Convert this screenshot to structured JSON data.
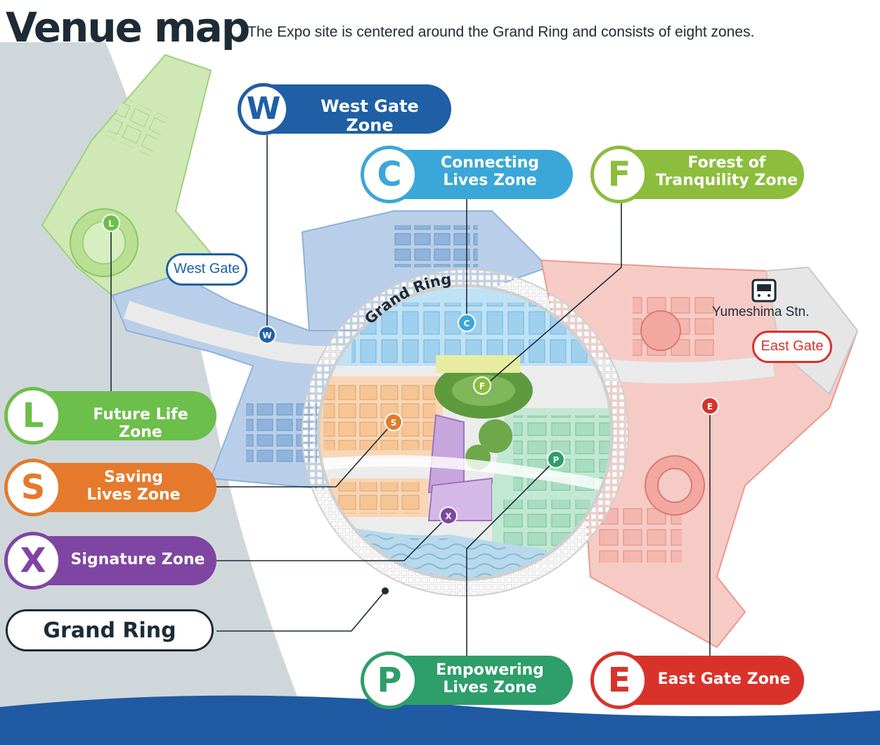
{
  "title": "Venue map",
  "subtitle": "The Expo site is centered around the Grand Ring and consists of eight zones.",
  "zones": [
    {
      "letter": "W",
      "name": "West Gate Zone",
      "color": "#1f5fa5"
    },
    {
      "letter": "C",
      "name": "Connecting\nLives Zone",
      "color": "#3aa7d8"
    },
    {
      "letter": "F",
      "name": "Forest of\nTranquility Zone",
      "color": "#8cbd3c"
    },
    {
      "letter": "L",
      "name": "Future Life Zone",
      "color": "#6cbf4a"
    },
    {
      "letter": "S",
      "name": "Saving\nLives Zone",
      "color": "#e57a2c"
    },
    {
      "letter": "X",
      "name": "Signature Zone",
      "color": "#7f45a2"
    },
    {
      "letter": "P",
      "name": "Empowering\nLives Zone",
      "color": "#2e9e6a"
    },
    {
      "letter": "E",
      "name": "East Gate Zone",
      "color": "#d9322b"
    }
  ],
  "grand_ring": {
    "label": "Grand Ring",
    "map_label": "Grand Ring"
  },
  "gates": {
    "west": "West Gate",
    "east": "East Gate"
  },
  "station": {
    "label": "Yumeshima Stn.",
    "icon": "train-icon"
  }
}
